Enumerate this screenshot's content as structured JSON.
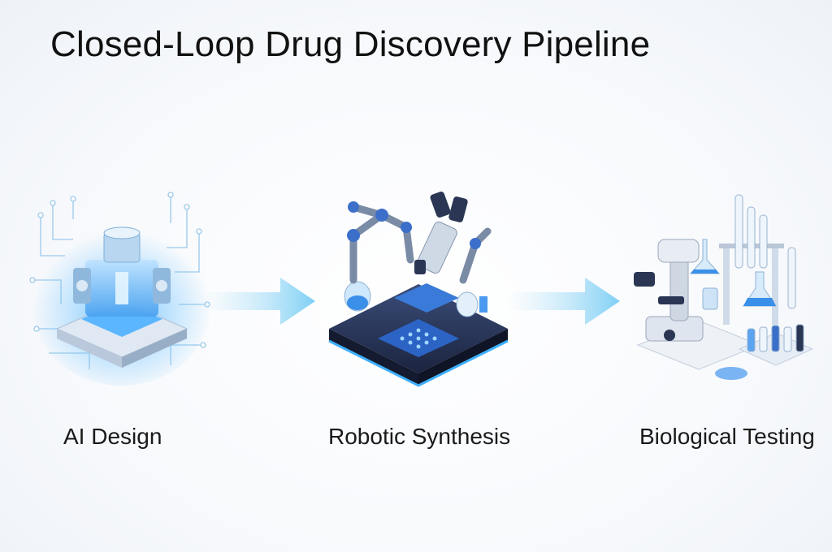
{
  "title": "Closed-Loop Drug Discovery Pipeline",
  "steps": [
    {
      "label": "AI Design",
      "icon": "ai-chip-icon"
    },
    {
      "label": "Robotic Synthesis",
      "icon": "robotic-arm-icon"
    },
    {
      "label": "Biological Testing",
      "icon": "microscope-lab-icon"
    }
  ],
  "colors": {
    "accent": "#2f8cff",
    "arrow": "#7fd0f5",
    "dark": "#1b2440"
  }
}
